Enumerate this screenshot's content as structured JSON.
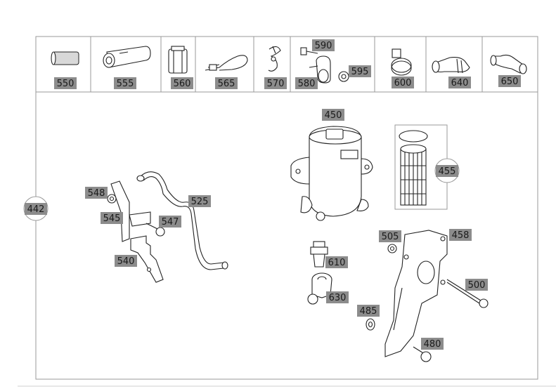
{
  "diagram": {
    "top_row_labels": [
      "550",
      "555",
      "560",
      "565",
      "570",
      "580",
      "590",
      "595",
      "600",
      "640",
      "650"
    ],
    "main_labels": {
      "l442": "442",
      "l548": "548",
      "l545": "545",
      "l547": "547",
      "l525": "525",
      "l540": "540",
      "l450": "450",
      "l455": "455",
      "l610": "610",
      "l630": "630",
      "l505": "505",
      "l458": "458",
      "l500": "500",
      "l485": "485",
      "l480": "480"
    }
  },
  "colors": {
    "label_bg": "#8c8c8c",
    "frame": "#9a9a9a",
    "line": "#222222"
  }
}
